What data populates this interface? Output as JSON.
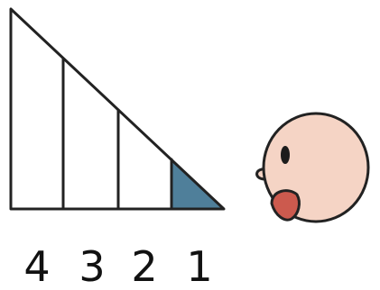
{
  "figure": {
    "labels": [
      "4",
      "3",
      "2",
      "1"
    ],
    "highlighted_segment": "1",
    "colors": {
      "outline": "#222222",
      "highlight": "#4f7f9a",
      "face": "#f5d4c5",
      "mouth": "#cc5a4e",
      "eye": "#1c1c1c",
      "background": "#ffffff"
    }
  }
}
